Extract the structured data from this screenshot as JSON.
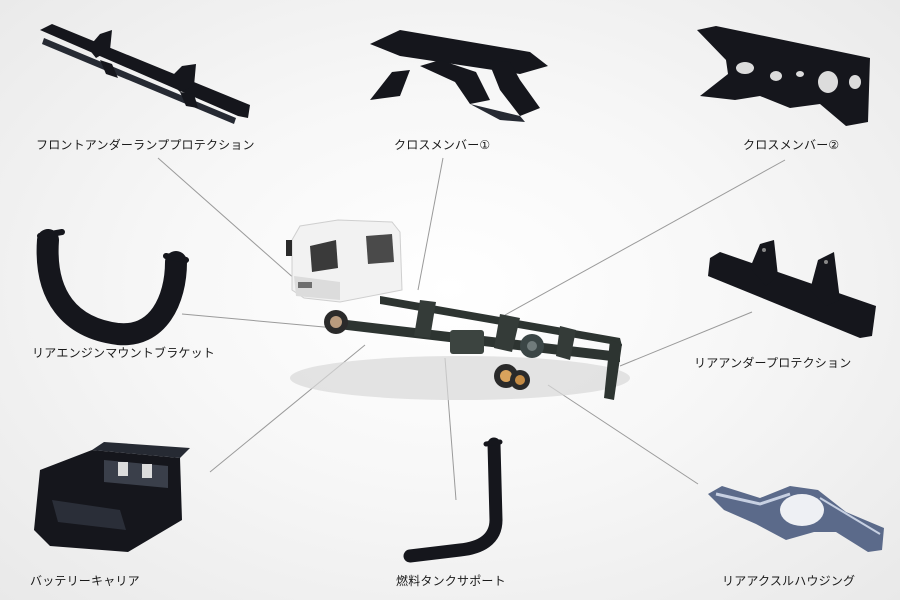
{
  "labels": {
    "front_under_lamp_protection": "フロントアンダーランププロテクション",
    "cross_member_1": "クロスメンバー①",
    "cross_member_2": "クロスメンバー②",
    "rear_engine_mount_bracket": "リアエンジンマウントブラケット",
    "rear_under_protection": "リアアンダープロテクション",
    "battery_carrier": "バッテリーキャリア",
    "fuel_tank_support": "燃料タンクサポート",
    "rear_axle_housing": "リアアクスルハウジング"
  },
  "colors": {
    "part_black": "#15161c",
    "leader_line": "#9a9a9a",
    "cab_white": "#f2f2f2",
    "frame_dark": "#2d3431",
    "axle_housing_steel": "#5b6a8a"
  }
}
